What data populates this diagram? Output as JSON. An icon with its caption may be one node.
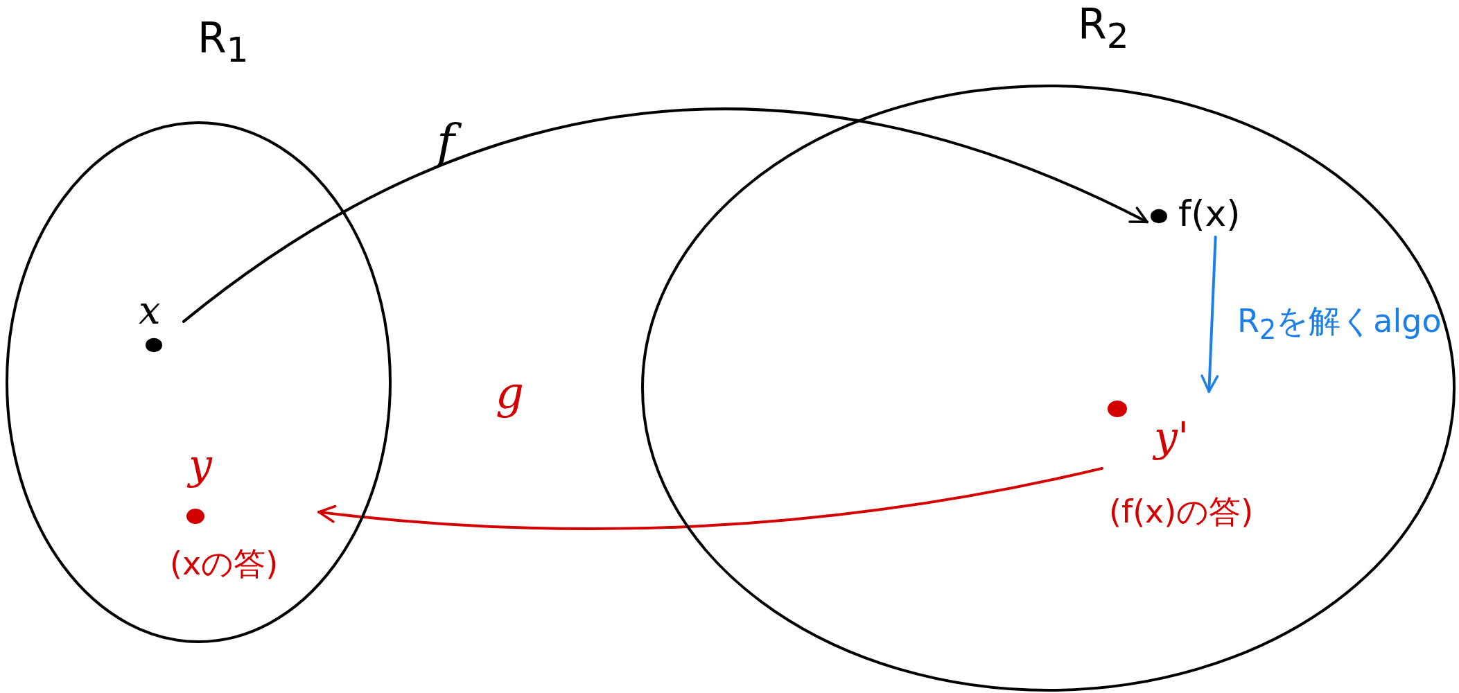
{
  "diagram": {
    "nodes": [
      {
        "text": [
          "R$_{1}$"
        ]
      },
      {
        "text": [
          "R$_{2}$"
        ]
      },
      {
        "text": [
          "x"
        ],
        "in": 0
      },
      {
        "text": [
          "y",
          "(xの答)"
        ],
        "in": 0
      },
      {
        "text": [
          "f(x)"
        ],
        "in": 1
      },
      {
        "text": [
          "y'",
          "(f(x)の答)"
        ],
        "in": 1
      }
    ],
    "edges": [
      {
        "from": 2,
        "to": 4,
        "arrow": "to",
        "label": "f"
      },
      {
        "from": 5,
        "to": 3,
        "arrow": "to",
        "label": "g",
        "color": "#d40000"
      },
      {
        "from": 4,
        "to": 5,
        "arrow": "to",
        "label": "R$_{2}$を解くalgo",
        "color": "#1a7fe8"
      }
    ]
  }
}
